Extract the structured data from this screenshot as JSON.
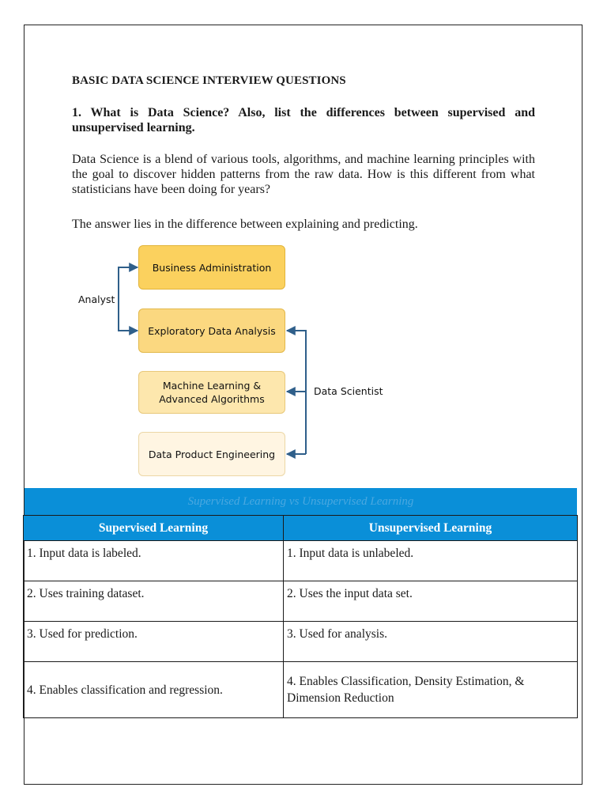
{
  "heading": "BASIC DATA SCIENCE INTERVIEW QUESTIONS",
  "question": "1. What is Data Science? Also, list the differences between supervised and unsupervised learning.",
  "paragraphs": [
    "Data Science is a blend of various tools, algorithms, and machine learning principles with the goal to discover hidden patterns from the raw data. How is this different from what statisticians have been doing for years?",
    "The answer lies in the difference between explaining and predicting."
  ],
  "diagram": {
    "boxes": [
      "Business Administration",
      "Exploratory Data Analysis",
      "Machine Learning & Advanced Algorithms",
      "Data Product Engineering"
    ],
    "analyst_label": "Analyst",
    "scientist_label": "Data Scientist",
    "arrow_color": "#2f5f8a"
  },
  "table": {
    "title": "Supervised Learning vs Unsupervised Learning",
    "header_color": "#0a8fd8",
    "headers": [
      "Supervised Learning",
      "Unsupervised Learning"
    ],
    "rows": [
      [
        "1. Input data is labeled.",
        "1. Input data is unlabeled."
      ],
      [
        "2. Uses training dataset.",
        "2. Uses the input data set."
      ],
      [
        "3. Used for prediction.",
        "3. Used for analysis."
      ],
      [
        "4. Enables classification and regression.",
        "4. Enables Classification, Density Estimation, & Dimension Reduction"
      ]
    ]
  }
}
